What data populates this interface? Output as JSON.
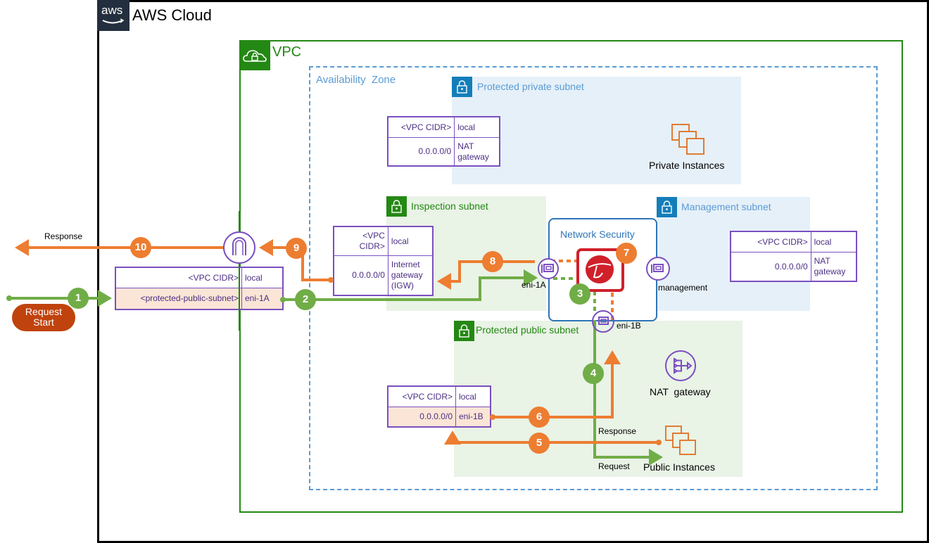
{
  "aws_cloud": {
    "title": "AWS Cloud",
    "logo_text": "aws"
  },
  "vpc": {
    "title": "VPC"
  },
  "availability_zone": {
    "title": "Availability  Zone"
  },
  "subnets": {
    "protected_private": {
      "title": "Protected private subnet"
    },
    "inspection": {
      "title": "Inspection subnet"
    },
    "management": {
      "title": "Management subnet"
    },
    "protected_public": {
      "title": "Protected public subnet"
    }
  },
  "network_security": {
    "title": "Network Security"
  },
  "enis": {
    "eni_1a": "eni-1A",
    "eni_1b": "eni-1B",
    "management": "management"
  },
  "resources": {
    "private_instances": "Private Instances",
    "public_instances": "Public Instances",
    "nat_gateway": "NAT  gateway"
  },
  "route_tables": {
    "private": [
      {
        "dest": "<VPC CIDR>",
        "target": "local",
        "highlight": false
      },
      {
        "dest": "0.0.0.0/0",
        "target": "NAT gateway",
        "highlight": false
      }
    ],
    "inspection": [
      {
        "dest": "<VPC CIDR>",
        "target": "local",
        "highlight": false
      },
      {
        "dest": "0.0.0.0/0",
        "target": "Internet gateway (IGW)",
        "highlight": false
      }
    ],
    "management": [
      {
        "dest": "<VPC CIDR>",
        "target": "local",
        "highlight": false
      },
      {
        "dest": "0.0.0.0/0",
        "target": "NAT gateway",
        "highlight": false
      }
    ],
    "edge": [
      {
        "dest": "<VPC CIDR>",
        "target": "local",
        "highlight": false
      },
      {
        "dest": "<protected-public-subnet>",
        "target": "eni-1A",
        "highlight": true
      }
    ],
    "public": [
      {
        "dest": "<VPC CIDR>",
        "target": "local",
        "highlight": false
      },
      {
        "dest": "0.0.0.0/0",
        "target": "eni-1B",
        "highlight": true
      }
    ]
  },
  "flow_labels": {
    "response_out": "Response",
    "request_start": "Request\nStart",
    "response_public": "Response",
    "request_public": "Request"
  },
  "steps": [
    {
      "n": "1",
      "kind": "request"
    },
    {
      "n": "2",
      "kind": "request"
    },
    {
      "n": "3",
      "kind": "request"
    },
    {
      "n": "4",
      "kind": "request"
    },
    {
      "n": "5",
      "kind": "response"
    },
    {
      "n": "6",
      "kind": "response"
    },
    {
      "n": "7",
      "kind": "response"
    },
    {
      "n": "8",
      "kind": "response"
    },
    {
      "n": "9",
      "kind": "response"
    },
    {
      "n": "10",
      "kind": "response"
    }
  ],
  "colors": {
    "request": "#70ad47",
    "response": "#ed7d31",
    "vpc_green": "#248814",
    "az_blue": "#5a9bd5",
    "private_subnet_bg": "#e6f0f8",
    "public_subnet_bg": "#e9f3e6",
    "aws_dark": "#232f3e",
    "route_purple": "#7a4fc0",
    "firewall_red": "#d0202a",
    "request_start_bg": "#c0430e"
  }
}
